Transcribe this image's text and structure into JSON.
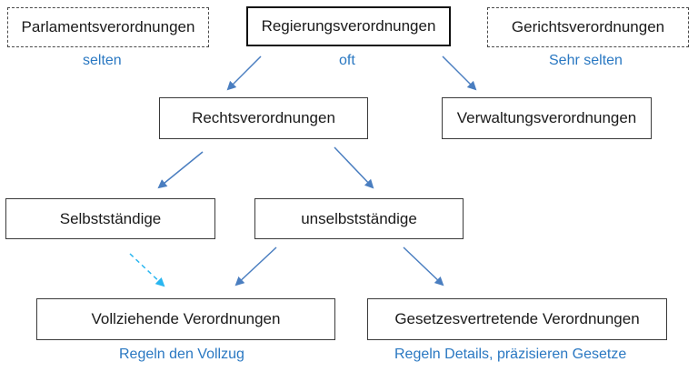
{
  "nodes": {
    "parlament": "Parlamentsverordnungen",
    "regierung": "Regierungsverordnungen",
    "gericht": "Gerichtsverordnungen",
    "rechts": "Rechtsverordnungen",
    "verwaltung": "Verwaltungsverordnungen",
    "selbst": "Selbstständige",
    "unselbst": "unselbstständige",
    "vollziehend": "Vollziehende Verordnungen",
    "gesetzesvertretend": "Gesetzesvertretende Verordnungen"
  },
  "notes": {
    "selten": "selten",
    "oft": "oft",
    "sehr_selten": "Sehr selten",
    "vollzug": "Regeln den Vollzug",
    "details": "Regeln Details, präzisieren Gesetze"
  },
  "colors": {
    "arrow": "#4a7ec0",
    "dashed_arrow": "#29b6f0",
    "note_text": "#2a78c2"
  }
}
